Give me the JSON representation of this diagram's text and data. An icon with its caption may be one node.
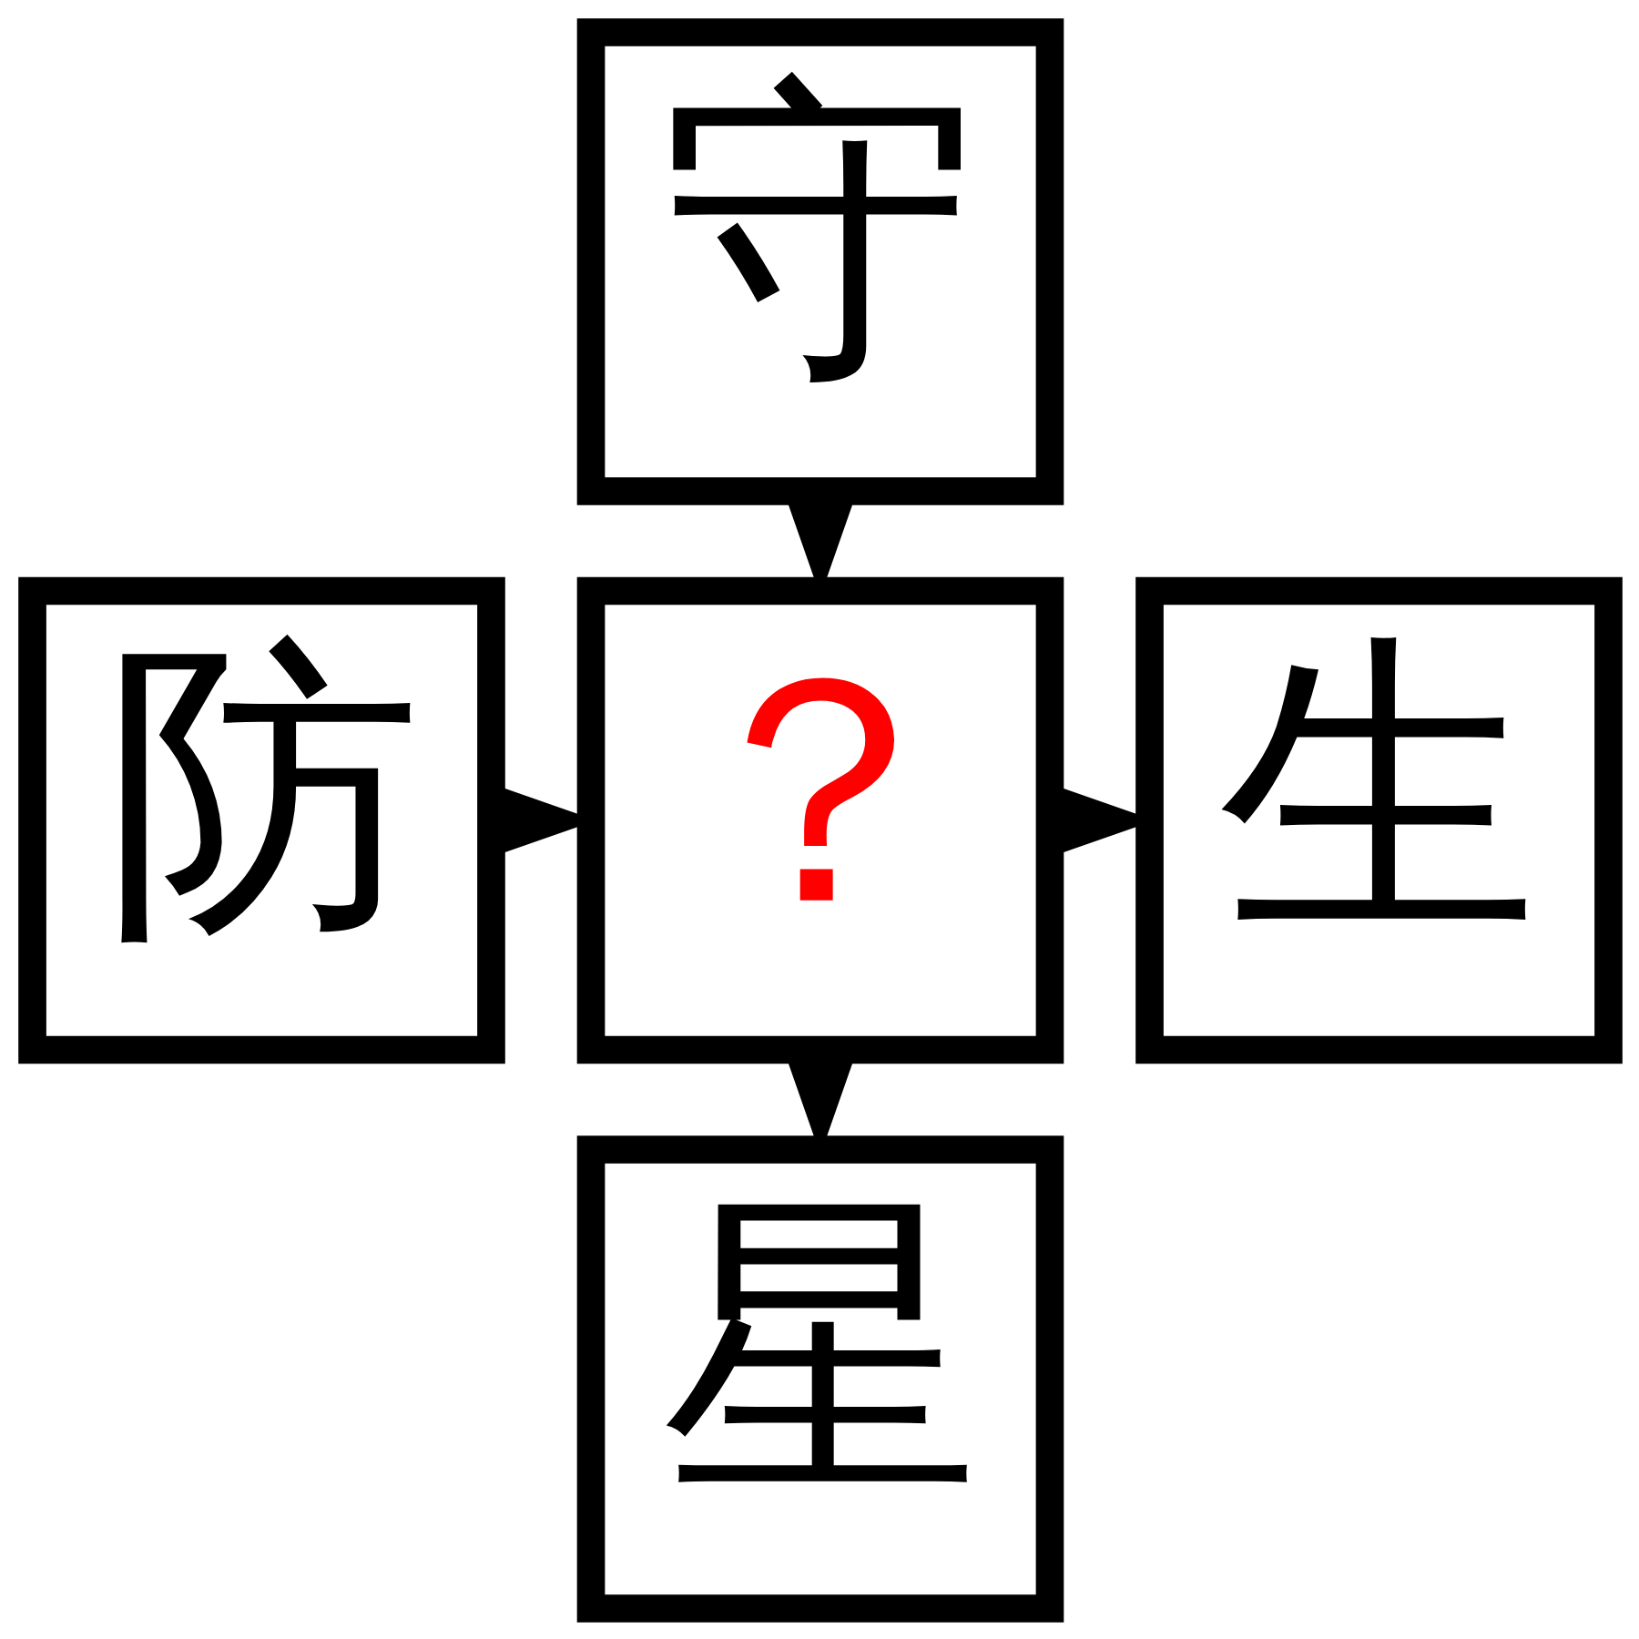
{
  "diagram": {
    "nodes": [
      {
        "text": [
          "守"
        ]
      },
      {
        "text": [
          "防"
        ]
      },
      {
        "text": [
          "？"
        ]
      },
      {
        "text": [
          "生"
        ]
      },
      {
        "text": [
          "星"
        ]
      }
    ],
    "edges": [
      {
        "from": 0,
        "to": 2,
        "arrow": "to"
      },
      {
        "from": 1,
        "to": 2,
        "arrow": "to"
      },
      {
        "from": 2,
        "to": 3,
        "arrow": "to"
      },
      {
        "from": 2,
        "to": 4,
        "arrow": "to"
      }
    ]
  }
}
